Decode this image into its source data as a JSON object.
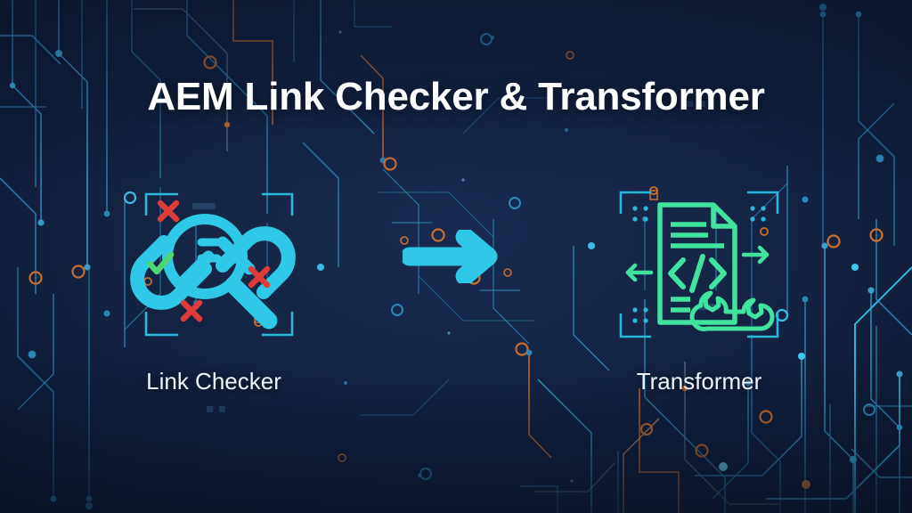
{
  "slide": {
    "title": "AEM Link Checker & Transformer",
    "background_color": "#132444",
    "background_edge_color": "#0b1428"
  },
  "colors": {
    "accent_cyan": "#30c8e8",
    "accent_green": "#41e49e",
    "error_red": "#e03b3b",
    "success_green": "#4fd672",
    "trace_blue": "#2f8fc0",
    "trace_orange": "#d8742e",
    "title_color": "#ffffff",
    "caption_color": "#eef3fb"
  },
  "items": [
    {
      "id": "link-checker",
      "caption": "Link Checker",
      "icon_name": "magnifier-broken-link-icon",
      "icon_color": "#30c8e8",
      "frame_color": "#2ab8dd",
      "marks": [
        {
          "type": "cross",
          "color": "#e03b3b"
        },
        {
          "type": "cross",
          "color": "#e03b3b"
        },
        {
          "type": "cross",
          "color": "#e03b3b"
        },
        {
          "type": "check",
          "color": "#4fd672"
        }
      ]
    },
    {
      "id": "transformer",
      "caption": "Transformer",
      "icon_name": "code-document-wrench-icon",
      "icon_color": "#41e49e",
      "frame_color": "#2ab8dd",
      "code_glyph": "</>",
      "arrows": [
        "arrow-left-icon",
        "arrow-right-icon"
      ]
    }
  ],
  "flow_arrow": {
    "name": "arrow-right-icon",
    "color": "#30c8e8",
    "direction": "right"
  }
}
